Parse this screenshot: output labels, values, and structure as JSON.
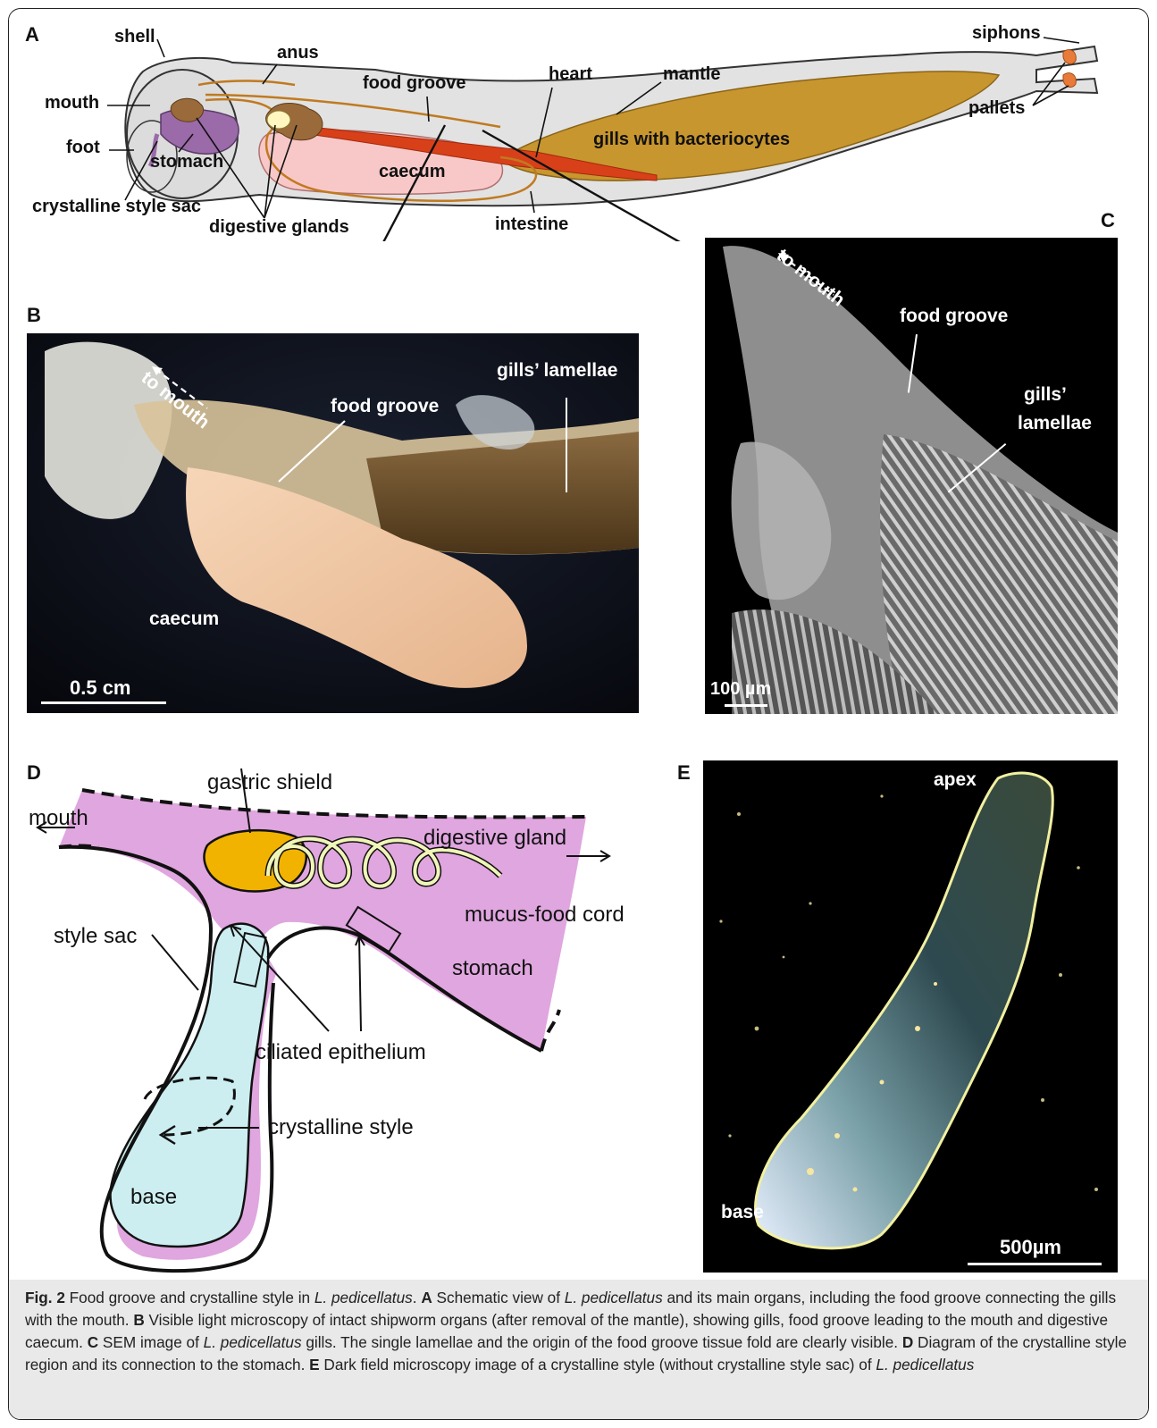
{
  "panels": {
    "a": {
      "label": "A",
      "labels": {
        "shell": "shell",
        "anus": "anus",
        "mouth": "mouth",
        "foot": "foot",
        "stomach": "stomach",
        "crystalline_style_sac": "crystalline style sac",
        "digestive_glands": "digestive glands",
        "food_groove": "food groove",
        "heart": "heart",
        "mantle": "mantle",
        "caecum": "caecum",
        "intestine": "intestine",
        "gills": "gills with bacteriocytes",
        "siphons": "siphons",
        "pallets": "pallets"
      }
    },
    "b": {
      "label": "B",
      "to_mouth": "to mouth",
      "food_groove": "food groove",
      "gills_lamellae": "gills’ lamellae",
      "caecum": "caecum",
      "scale": "0.5 cm"
    },
    "c": {
      "label": "C",
      "to_mouth": "to mouth",
      "food_groove": "food groove",
      "gills_lamellae_1": "gills’",
      "gills_lamellae_2": "lamellae",
      "scale": "100 µm"
    },
    "d": {
      "label": "D",
      "gastric_shield": "gastric shield",
      "mouth": "mouth",
      "digestive_gland": "digestive gland",
      "mucus_food_cord": "mucus-food cord",
      "style_sac": "style sac",
      "stomach": "stomach",
      "ciliated_epithelium": "ciliated epithelium",
      "crystalline_style": "crystalline style",
      "base": "base"
    },
    "e": {
      "label": "E",
      "apex": "apex",
      "base": "base",
      "scale": "500µm"
    }
  },
  "caption": {
    "fig": "Fig. 2",
    "title_pre": " Food groove and crystalline style in ",
    "species": "L. pedicellatus",
    "title_post": ". ",
    "a_key": "A",
    "a_pre": " Schematic view of ",
    "a_species": "L. pedicellatus",
    "a_post": " and its main organs, including the food groove connecting the gills with the mouth. ",
    "b_key": "B",
    "b_text": " Visible light microscopy of intact shipworm organs (after removal of the mantle), showing gills, food groove leading to the mouth and digestive caecum. ",
    "c_key": "C",
    "c_pre": " SEM image of ",
    "c_species": "L. pedicellatus",
    "c_post": " gills. The single lamellae and the origin of the food groove tissue fold are clearly visible. ",
    "d_key": "D",
    "d_text": " Diagram of the crystalline style region and its connection to the stomach. ",
    "e_key": "E",
    "e_pre": " Dark field microscopy image of a crystalline style (without crystalline style sac) of ",
    "e_species": "L. pedicellatus"
  },
  "colors": {
    "gill": "#c8962e",
    "caecum": "#f8c8c8",
    "stomach": "#9b6aa8",
    "gland": "#9a6a3a",
    "heart": "#d8401a",
    "body": "#dcdcdc",
    "d_pink": "#e0a6df",
    "d_cyan": "#cdeef0",
    "d_gold": "#f2b200"
  }
}
